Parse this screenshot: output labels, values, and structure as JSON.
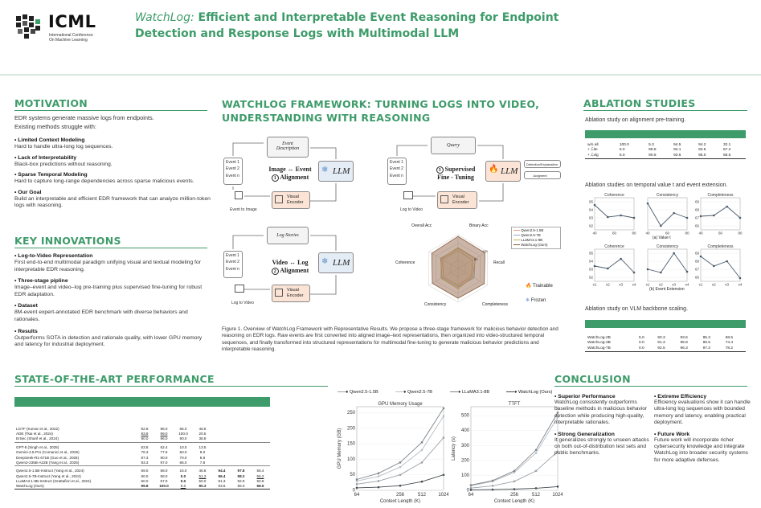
{
  "header": {
    "logo_text": "ICML",
    "logo_sub1": "International Conference",
    "logo_sub2": "On Machine Learning",
    "title_italic": "WatchLog:",
    "title_line1": " Efficient and Interpretable Event Reasoning for Endpoint",
    "title_line2": "Detection and Response Logs with Multimodal LLM"
  },
  "motivation": {
    "heading": "MOTIVATION",
    "intro1": "EDR systems generate massive logs from endpoints.",
    "intro2": "Existing methods struggle with:",
    "items": [
      {
        "title": "Limited Context Modeling",
        "body": "Hard to handle ultra-long log sequences."
      },
      {
        "title": "Lack of Interpretability",
        "body": "Black-box predictions without reasoning."
      },
      {
        "title": "Sparse Temporal Modeling",
        "body": "Hard to capture long-range dependencies across sparse malicious events."
      },
      {
        "title": "Our Goal",
        "body": "Build an interpretable and efficient EDR framework that can analyze million-token logs with reasoning."
      }
    ]
  },
  "innovations": {
    "heading": "KEY INNOVATIONS",
    "items": [
      {
        "title": "Log-to-Video Representation",
        "body": "First end-to-end multimodal paradigm unifying visual and textual modeling for interpretable EDR reasoning."
      },
      {
        "title": "Three-stage pipline",
        "body": "Image–event and video–log pre-training plus supervised fine-tuning for robust EDR adaptation."
      },
      {
        "title": "Dataset",
        "body": "8M-event expert-annotated EDR benchmark with diverse behaviors and rationales."
      },
      {
        "title": "Results",
        "body": "Outperforms SOTA in detection and rationale quality, with lower GPU memory and latency for industrial deployment."
      }
    ]
  },
  "framework": {
    "heading1": "WATCHLOG FRAMEWORK: TURNING LOGS INTO VIDEO,",
    "heading2": "UNDERSTANDING WITH REASONING",
    "event_desc1": "Event",
    "event_desc2": "Description",
    "stage1_title": "Image ↔ Event",
    "stage1_num": "1",
    "stage1_sub": "Alignment",
    "stage2_title": "Video ↔ Log",
    "stage2_num": "2",
    "stage2_sub": "Alignment",
    "stage3_num": "3",
    "stage3_title": "Supervised",
    "stage3_sub": "Fine - Tuning",
    "llm": "LLM",
    "visual_encoder1": "Visual",
    "visual_encoder2": "Encoder",
    "log_stories": "Log Stories",
    "query": "Query",
    "event1": "Event 1",
    "event2": "Event 2",
    "eventn": "Event n",
    "event_to_image": "Event to Image",
    "log_to_video": "Log to Video",
    "out1": "Detection/Explanation",
    "out2": "Judgment",
    "trainable": "Trainable",
    "frozen": "Frozen",
    "caption": "Figure 1. Overview of WatchLog Framework with Representative Results. We propose a three-stage framework for malicious behavior detection and reasoning on EDR logs. Raw events are first converted into aligned image–text representations, then organized into video-structured temporal sequences, and finally transformed into structured representations for multimodal fine-tuning to generate malicious behavior predictions and interpretable reasoning."
  },
  "radar": {
    "axes": [
      "Overall Acc",
      "Binary Acc",
      "Recall",
      "Completeness",
      "Consistency",
      "Coherence"
    ],
    "legend": [
      "Qwen2.5-1.5B",
      "Qwen2.5-7B",
      "LLaMA3.1-8B",
      "WatchLog (Ours)"
    ],
    "tick_100": "100",
    "tick_50": "50",
    "series": [
      {
        "name": "Qwen2.5-1.5B",
        "color": "#e8a07a",
        "values": [
          0.55,
          0.5,
          0.45,
          0.5,
          0.5,
          0.55
        ]
      },
      {
        "name": "Qwen2.5-7B",
        "color": "#9aa5c8",
        "values": [
          0.6,
          0.58,
          0.55,
          0.55,
          0.55,
          0.6
        ]
      },
      {
        "name": "LLaMA3.1-8B",
        "color": "#c9b14a",
        "values": [
          0.62,
          0.6,
          0.5,
          0.6,
          0.58,
          0.58
        ]
      },
      {
        "name": "WatchLog (Ours)",
        "color": "#8a5b3d",
        "values": [
          0.95,
          0.92,
          0.9,
          0.88,
          0.88,
          0.9
        ]
      }
    ]
  },
  "sota": {
    "heading": "STATE-OF-THE-ART PERFORMANCE",
    "groups": [
      [
        {
          "name": "LGTF (Kumar et al., 2022)",
          "v": [
            "92.8",
            "96.0",
            "65.0",
            "46.8",
            "",
            "",
            ""
          ]
        },
        {
          "name": "ADE (Tsai et al., 2024)",
          "v": [
            "93.8",
            "99.0",
            "100.0",
            "20.5",
            "",
            "",
            ""
          ]
        },
        {
          "name": "ErSec (Sharif et al., 2024)",
          "v": [
            "90.0",
            "96.0",
            "90.0",
            "38.8",
            "",
            "",
            ""
          ]
        }
      ],
      [
        {
          "name": "GPT-5 (Singh et al., 2025)",
          "v": [
            "63.8",
            "62.4",
            "10.0",
            "13.5",
            "",
            "",
            ""
          ]
        },
        {
          "name": "Gemini-2.5-Pro (Comanici et al., 2025)",
          "v": [
            "76.3",
            "77.6",
            "50.0",
            "9.0",
            "",
            "",
            ""
          ]
        },
        {
          "name": "DeepSeek-R1-671B (Guo et al., 2025)",
          "v": [
            "87.3",
            "90.0",
            "70.0",
            "8.8",
            "",
            "",
            ""
          ]
        },
        {
          "name": "Qwen3-235B-A22B (Yang et al., 2025)",
          "v": [
            "93.3",
            "97.0",
            "85.0",
            "7.8",
            "",
            "",
            ""
          ]
        }
      ],
      [
        {
          "name": "Qwen2.5-1.5B-Instruct (Yang et al., 2024)",
          "v": [
            "69.0",
            "68.0",
            "15.0",
            "46.8",
            "94.4",
            "97.8",
            "55.4"
          ]
        },
        {
          "name": "Qwen2.5-7B-Instruct (Yang et al., 2024)",
          "v": [
            "60.0",
            "58.0",
            "0.0",
            "51.2",
            "96.4",
            "98.2",
            "55.2"
          ]
        },
        {
          "name": "LLaMA3.1-8B-Instruct (Grattafiori et al., 2024)",
          "v": [
            "60.0",
            "57.0",
            "0.0",
            "50.0",
            "91.3",
            "92.9",
            "50.8"
          ]
        },
        {
          "name": "WatchLog (Ours)",
          "v": [
            "99.8",
            "100.0",
            "5.0",
            "90.3",
            "93.6",
            "95.0",
            "68.5"
          ]
        }
      ]
    ]
  },
  "mem_chart": {
    "legend": [
      "Qwen2.5-1.5B",
      "Qwen2.5-7B",
      "LLaMA3.1-8B",
      "WatchLog (Ours)"
    ],
    "colors": [
      "#9aa0a6",
      "#b9bfc5",
      "#7d848a",
      "#444a4f"
    ]
  },
  "chart_data": [
    {
      "type": "line",
      "title": "GPU Memory Usage",
      "xlabel": "Context Length (K)",
      "ylabel": "GPU Memory (GB)",
      "x": [
        64,
        128,
        256,
        512,
        1024
      ],
      "xticks": [
        "64",
        "256",
        "512",
        "1024"
      ],
      "yticks": [
        "0",
        "50",
        "100",
        "150",
        "200",
        "250"
      ],
      "ylim": [
        0,
        270
      ],
      "series": [
        {
          "name": "Qwen2.5-1.5B",
          "values": [
            20,
            30,
            50,
            90,
            170
          ]
        },
        {
          "name": "Qwen2.5-7B",
          "values": [
            30,
            45,
            75,
            130,
            240
          ]
        },
        {
          "name": "LLaMA3.1-8B",
          "values": [
            35,
            55,
            90,
            155,
            265
          ]
        },
        {
          "name": "WatchLog (Ours)",
          "values": [
            8,
            10,
            15,
            28,
            50
          ]
        }
      ]
    },
    {
      "type": "line",
      "title": "TTFT",
      "xlabel": "Context Length (K)",
      "ylabel": "Latency (s)",
      "x": [
        64,
        128,
        256,
        512,
        1024
      ],
      "xticks": [
        "64",
        "256",
        "512",
        "1024"
      ],
      "yticks": [
        "0",
        "100",
        "200",
        "300",
        "400",
        "500"
      ],
      "ylim": [
        0,
        560
      ],
      "series": [
        {
          "name": "Qwen2.5-1.5B",
          "values": [
            15,
            30,
            60,
            130,
            260
          ]
        },
        {
          "name": "Qwen2.5-7B",
          "values": [
            30,
            60,
            120,
            250,
            490
          ]
        },
        {
          "name": "LLaMA3.1-8B",
          "values": [
            35,
            65,
            130,
            270,
            520
          ]
        },
        {
          "name": "WatchLog (Ours)",
          "values": [
            3,
            5,
            8,
            14,
            25
          ]
        }
      ]
    },
    {
      "type": "line",
      "title": "Coherence",
      "x": [
        40,
        60,
        80
      ],
      "xticks": [
        "40",
        "60",
        "80"
      ],
      "yticks": [
        "92",
        "93",
        "94",
        "95"
      ],
      "ylim": [
        91.5,
        95.5
      ],
      "series": [
        {
          "values": [
            94.6,
            93.1,
            93.3,
            93.0
          ]
        }
      ]
    },
    {
      "type": "line",
      "title": "Consistency",
      "x": [
        40,
        60,
        80
      ],
      "xticks": [
        "40",
        "60",
        "80"
      ],
      "yticks": [
        "",
        "",
        "",
        ""
      ],
      "ylim": [
        91.5,
        95.5
      ],
      "series": [
        {
          "values": [
            94.8,
            92.0,
            93.6,
            93.0
          ]
        }
      ]
    },
    {
      "type": "line",
      "title": "Completeness",
      "x": [
        40,
        60,
        80
      ],
      "xticks": [
        "40",
        "60",
        "80"
      ],
      "yticks": [
        "66",
        "67",
        "68",
        "69"
      ],
      "ylim": [
        65.5,
        69.5
      ],
      "series": [
        {
          "values": [
            67.2,
            67.3,
            68.4,
            67.0
          ]
        }
      ]
    },
    {
      "type": "line",
      "title": "Coherence",
      "x": [
        "x1",
        "x2",
        "x3",
        "x4"
      ],
      "xticks": [
        "x1",
        "x2",
        "x3",
        "x4"
      ],
      "yticks": [
        "92",
        "93",
        "94",
        "95"
      ],
      "ylim": [
        91.5,
        95.5
      ],
      "series": [
        {
          "values": [
            93.4,
            93.1,
            94.3,
            92.6
          ]
        }
      ]
    },
    {
      "type": "line",
      "title": "Consistency",
      "x": [
        "x1",
        "x2",
        "x3",
        "x4"
      ],
      "xticks": [
        "x1",
        "x2",
        "x3",
        "x4"
      ],
      "yticks": [
        "",
        "",
        "",
        ""
      ],
      "ylim": [
        91.5,
        95.5
      ],
      "series": [
        {
          "values": [
            93.0,
            92.6,
            95.0,
            92.7
          ]
        }
      ]
    },
    {
      "type": "line",
      "title": "Completeness",
      "x": [
        "x1",
        "x2",
        "x3",
        "x4"
      ],
      "xticks": [
        "x1",
        "x2",
        "x3",
        "x4"
      ],
      "yticks": [
        "66",
        "67",
        "68",
        "69"
      ],
      "ylim": [
        65.5,
        69.5
      ],
      "series": [
        {
          "values": [
            68.6,
            67.4,
            68.0,
            65.9
          ]
        }
      ]
    }
  ],
  "ablation": {
    "heading": "ABLATION STUDIES",
    "pretrain_title": "Ablation study on alignment pre-training.",
    "pretrain_rows": [
      {
        "name": "w/o all",
        "v": [
          "100.0",
          "5.3",
          "94.5",
          "94.2",
          "32.1"
        ]
      },
      {
        "name": "+ ℒite",
        "v": [
          "5.0",
          "88.8",
          "92.1",
          "93.6",
          "67.2"
        ]
      },
      {
        "name": "+ ℒvlg",
        "v": [
          "5.0",
          "90.5",
          "93.6",
          "95.0",
          "68.5"
        ]
      }
    ],
    "temporal_title": "Ablation studies on temporal value t and event extension.",
    "sub_a": "(a) Value t",
    "sub_b": "(b) Event Extension",
    "vlm_title": "Ablation study on VLM backbone scaling.",
    "vlm_rows": [
      {
        "name": "WatchLog-2B",
        "v": [
          "5.0",
          "90.3",
          "93.6",
          "95.3",
          "68.5"
        ]
      },
      {
        "name": "WatchLog-3B",
        "v": [
          "0.0",
          "91.3",
          "95.8",
          "96.5",
          "74.4"
        ]
      },
      {
        "name": "WatchLog-7B",
        "v": [
          "0.0",
          "92.5",
          "96.3",
          "97.3",
          "78.2"
        ]
      }
    ]
  },
  "conclusion": {
    "heading": "CONCLUSION",
    "items": [
      {
        "title": "Superior Performance",
        "body": "WatchLog consistently outperforms baseline methods in malicious behavior detection while producing high-quality, interpretable rationales."
      },
      {
        "title": "Strong Generalization",
        "body": "It generalizes strongly to unseen attacks on both out-of-distribution test sets and public benchmarks."
      },
      {
        "title": "Extreme Efficiency",
        "body": "Efficiency evaluations show it can handle ultra-long log sequences with bounded memory and latency, enabling practical deployment."
      },
      {
        "title": "Future Work",
        "body": "Future work will incorporate richer cybersecurity knowledge and integrate WatchLog into broader security systems for more adaptive defenses."
      }
    ]
  },
  "colors": {
    "accent": "#3e9b6a",
    "header_bg": "#ffffff"
  }
}
